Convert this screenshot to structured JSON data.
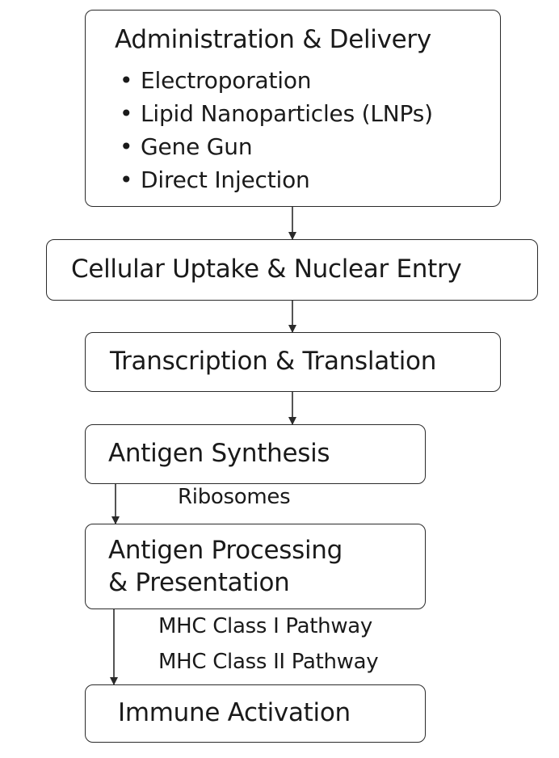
{
  "delivery": {
    "title": "Administration & Delivery",
    "items": [
      "Electroporation",
      "Lipid Nanoparticles (LNPs)",
      "Gene Gun",
      "Direct Injection"
    ]
  },
  "uptake": {
    "title": "Cellular Uptake & Nuclear Entry"
  },
  "transcription": {
    "title": "Transcription & Translation"
  },
  "synthesis": {
    "title": "Antigen Synthesis",
    "side_label": "Ribosomes"
  },
  "processing": {
    "title_line1": "Antigen Processing",
    "title_line2": "& Presentation",
    "pathway_1": "MHC Class I Pathway",
    "pathway_2": "MHC Class II Pathway"
  },
  "activation": {
    "title": "Immune Activation"
  }
}
